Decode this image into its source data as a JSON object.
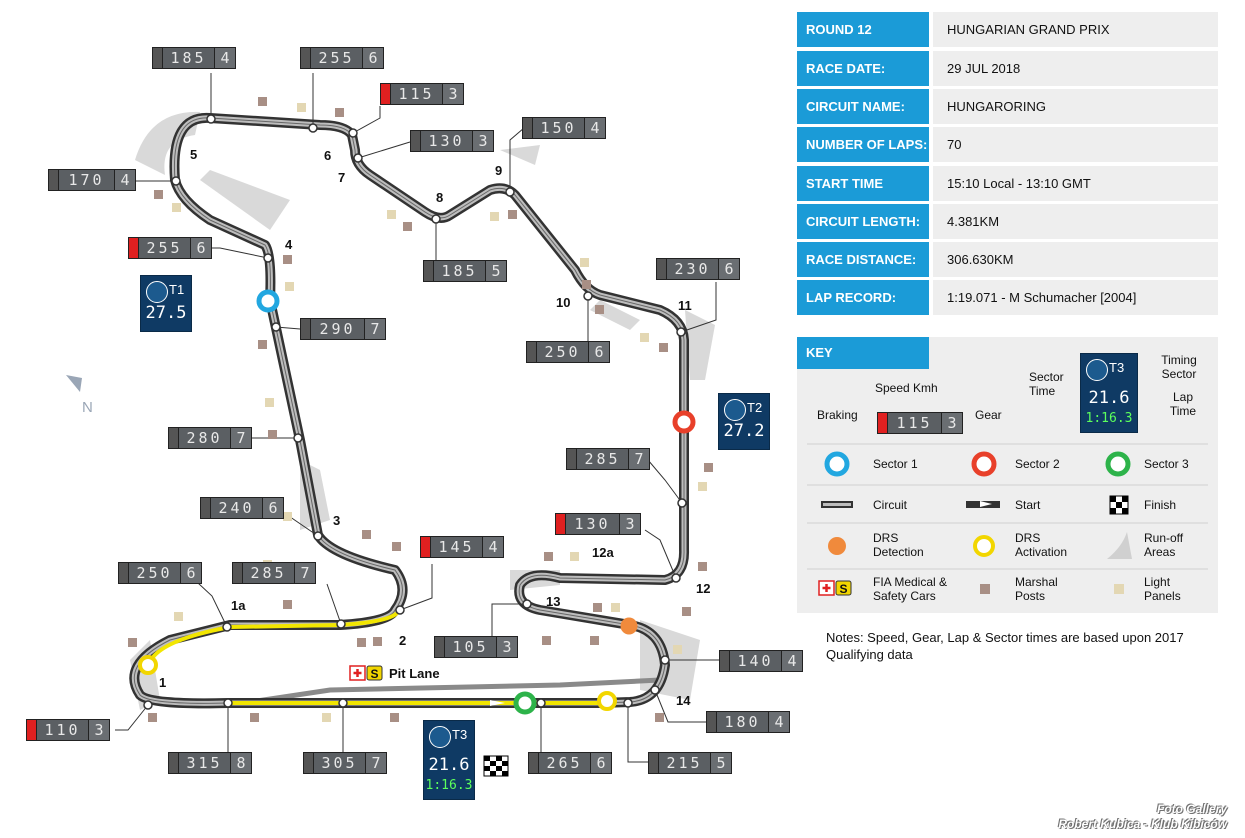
{
  "info": [
    {
      "key": "ROUND 12",
      "value": "HUNGARIAN GRAND PRIX"
    },
    {
      "key": "RACE DATE:",
      "value": "29 JUL 2018"
    },
    {
      "key": "CIRCUIT NAME:",
      "value": "HUNGARORING"
    },
    {
      "key": "NUMBER OF LAPS:",
      "value": "70"
    },
    {
      "key": "START TIME",
      "value": "15:10 Local - 13:10 GMT"
    },
    {
      "key": "CIRCUIT LENGTH:",
      "value": "4.381KM"
    },
    {
      "key": "RACE DISTANCE:",
      "value": "306.630KM"
    },
    {
      "key": "LAP RECORD:",
      "value": "1:19.071 - M Schumacher [2004]"
    }
  ],
  "key": {
    "title": "KEY",
    "speed_label": "Speed Kmh",
    "braking_label": "Braking",
    "gear_label": "Gear",
    "sample_speed": "115",
    "sample_gear": "3",
    "sector_time_label": "Sector Time",
    "timing_sector_label": "Timing Sector",
    "lap_time_label": "Lap Time",
    "sample_sector": "T3",
    "sample_sector_time": "21.6",
    "sample_lap_time": "1:16.3",
    "sector1": "Sector 1",
    "sector2": "Sector 2",
    "sector3": "Sector 3",
    "circuit": "Circuit",
    "start": "Start",
    "finish": "Finish",
    "drs_detection": "DRS Detection",
    "drs_activation": "DRS Activation",
    "runoff": "Run-off Areas",
    "medical": "FIA Medical & Safety Cars",
    "marshal": "Marshal Posts",
    "light": "Light Panels"
  },
  "notes": "Notes: Speed, Gear, Lap & Sector times are based upon 2017 Qualifying data",
  "credit_line1": "Foto Gallery",
  "credit_line2": "Robert Kubica - Klub Kibiców",
  "north": "N",
  "pit_lane": "Pit Lane",
  "timing": [
    {
      "sector": "T1",
      "time": "27.5",
      "lap": ""
    },
    {
      "sector": "T2",
      "time": "27.2",
      "lap": ""
    },
    {
      "sector": "T3",
      "time": "21.6",
      "lap": "1:16.3"
    }
  ],
  "speeds": [
    {
      "speed": "185",
      "gear": "4",
      "braking": false
    },
    {
      "speed": "255",
      "gear": "6",
      "braking": false
    },
    {
      "speed": "115",
      "gear": "3",
      "braking": true
    },
    {
      "speed": "130",
      "gear": "3",
      "braking": false
    },
    {
      "speed": "150",
      "gear": "4",
      "braking": false
    },
    {
      "speed": "170",
      "gear": "4",
      "braking": false
    },
    {
      "speed": "255",
      "gear": "6",
      "braking": true
    },
    {
      "speed": "185",
      "gear": "5",
      "braking": false
    },
    {
      "speed": "230",
      "gear": "6",
      "braking": false
    },
    {
      "speed": "290",
      "gear": "7",
      "braking": false
    },
    {
      "speed": "250",
      "gear": "6",
      "braking": false
    },
    {
      "speed": "280",
      "gear": "7",
      "braking": false
    },
    {
      "speed": "285",
      "gear": "7",
      "braking": false
    },
    {
      "speed": "240",
      "gear": "6",
      "braking": false
    },
    {
      "speed": "130",
      "gear": "3",
      "braking": true
    },
    {
      "speed": "145",
      "gear": "4",
      "braking": true
    },
    {
      "speed": "250",
      "gear": "6",
      "braking": false
    },
    {
      "speed": "285",
      "gear": "7",
      "braking": false
    },
    {
      "speed": "105",
      "gear": "3",
      "braking": false
    },
    {
      "speed": "140",
      "gear": "4",
      "braking": false
    },
    {
      "speed": "110",
      "gear": "3",
      "braking": true
    },
    {
      "speed": "180",
      "gear": "4",
      "braking": false
    },
    {
      "speed": "315",
      "gear": "8",
      "braking": false
    },
    {
      "speed": "305",
      "gear": "7",
      "braking": false
    },
    {
      "speed": "265",
      "gear": "6",
      "braking": false
    },
    {
      "speed": "215",
      "gear": "5",
      "braking": false
    }
  ],
  "turns": [
    "1",
    "1a",
    "2",
    "3",
    "4",
    "5",
    "6",
    "7",
    "8",
    "9",
    "10",
    "11",
    "12",
    "12a",
    "13",
    "14"
  ]
}
